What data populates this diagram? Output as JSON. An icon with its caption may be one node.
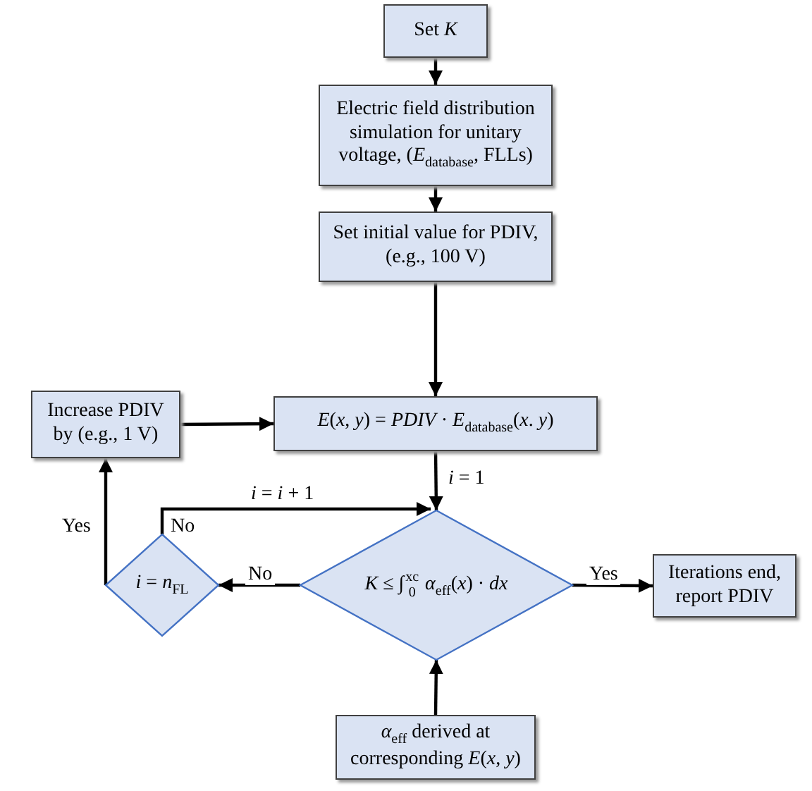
{
  "diagram": {
    "nodes": [
      {
        "text": [
          "Set *K*"
        ]
      },
      {
        "text": [
          "Electric field distribution simulation for unitary voltage, (*E*$_{database}$, FLLs)"
        ]
      },
      {
        "text": [
          "Set initial value for PDIV, (e.g., 100 V)"
        ]
      },
      {
        "text": [
          "*E*(*x*, *y*) = *PDIV* · *E*$_{database}$(*x*. *y*)"
        ]
      },
      {
        "text": [
          "Increase PDIV by (e.g., 1 V)"
        ]
      },
      {
        "text": [
          "*K* ≤ ∫$_{0}$$^{xc}$ *α*$_{eff}$(*x*) · *dx*"
        ]
      },
      {
        "text": [
          "*i* = *n*$_{FL}$"
        ]
      },
      {
        "text": [
          "Iterations end, report PDIV"
        ]
      },
      {
        "text": [
          "*α*$_{eff}$ derived at corresponding *E*(*x*, *y*)"
        ]
      }
    ],
    "edges": [
      {
        "from": 0,
        "to": 1,
        "arrow": "to"
      },
      {
        "from": 1,
        "to": 2,
        "arrow": "to"
      },
      {
        "from": 2,
        "to": 3,
        "arrow": "to"
      },
      {
        "from": 3,
        "to": 5,
        "arrow": "to",
        "label": "*i* = 1"
      },
      {
        "from": 5,
        "to": 6,
        "arrow": "to",
        "label": "No"
      },
      {
        "from": 6,
        "to": 4,
        "arrow": "to",
        "label": "Yes"
      },
      {
        "from": 4,
        "to": 3,
        "arrow": "to"
      },
      {
        "from": 6,
        "to": 5,
        "arrow": "to",
        "label": "*i* = *i* + 1"
      },
      {
        "from": 5,
        "to": 7,
        "arrow": "to",
        "label": "Yes"
      },
      {
        "from": 8,
        "to": 5,
        "arrow": "to"
      }
    ],
    "labels": [
      "No"
    ]
  }
}
